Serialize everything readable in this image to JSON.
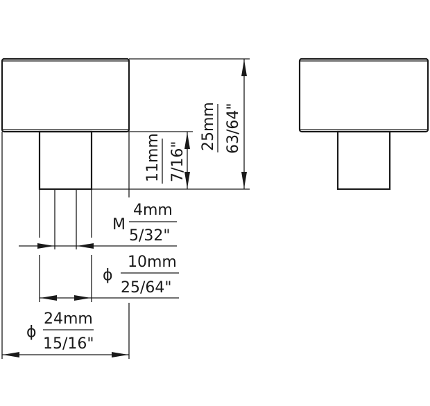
{
  "dimensions": {
    "height_total": {
      "mm": "25mm",
      "inch": "63/64\""
    },
    "stem_height": {
      "mm": "11mm",
      "inch": "7/16\""
    },
    "thread": {
      "prefix": "M",
      "mm": "4mm",
      "inch": "5/32\""
    },
    "stem_diameter": {
      "prefix": "ϕ",
      "mm": "10mm",
      "inch": "25/64\""
    },
    "body_diameter": {
      "prefix": "ϕ",
      "mm": "24mm",
      "inch": "15/16\""
    }
  },
  "colors": {
    "line": "#1a1a1a",
    "background": "#ffffff"
  }
}
